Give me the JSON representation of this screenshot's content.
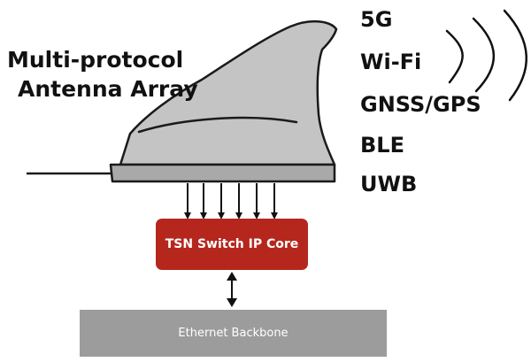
{
  "title": {
    "line1": "Multi-protocol",
    "line2": "Antenna Array"
  },
  "protocols": [
    "5G",
    "Wi-Fi",
    "GNSS/GPS",
    "BLE",
    "UWB"
  ],
  "switch": {
    "label": "TSN Switch IP Core",
    "color": "#b5271d"
  },
  "backbone": {
    "label": "Ethernet Backbone",
    "color": "#9c9c9c"
  },
  "antenna": {
    "body_color": "#c4c4c4",
    "outline_color": "#1a1a1a"
  },
  "icons": [
    "radio-waves-icon",
    "shark-fin-antenna-icon"
  ]
}
